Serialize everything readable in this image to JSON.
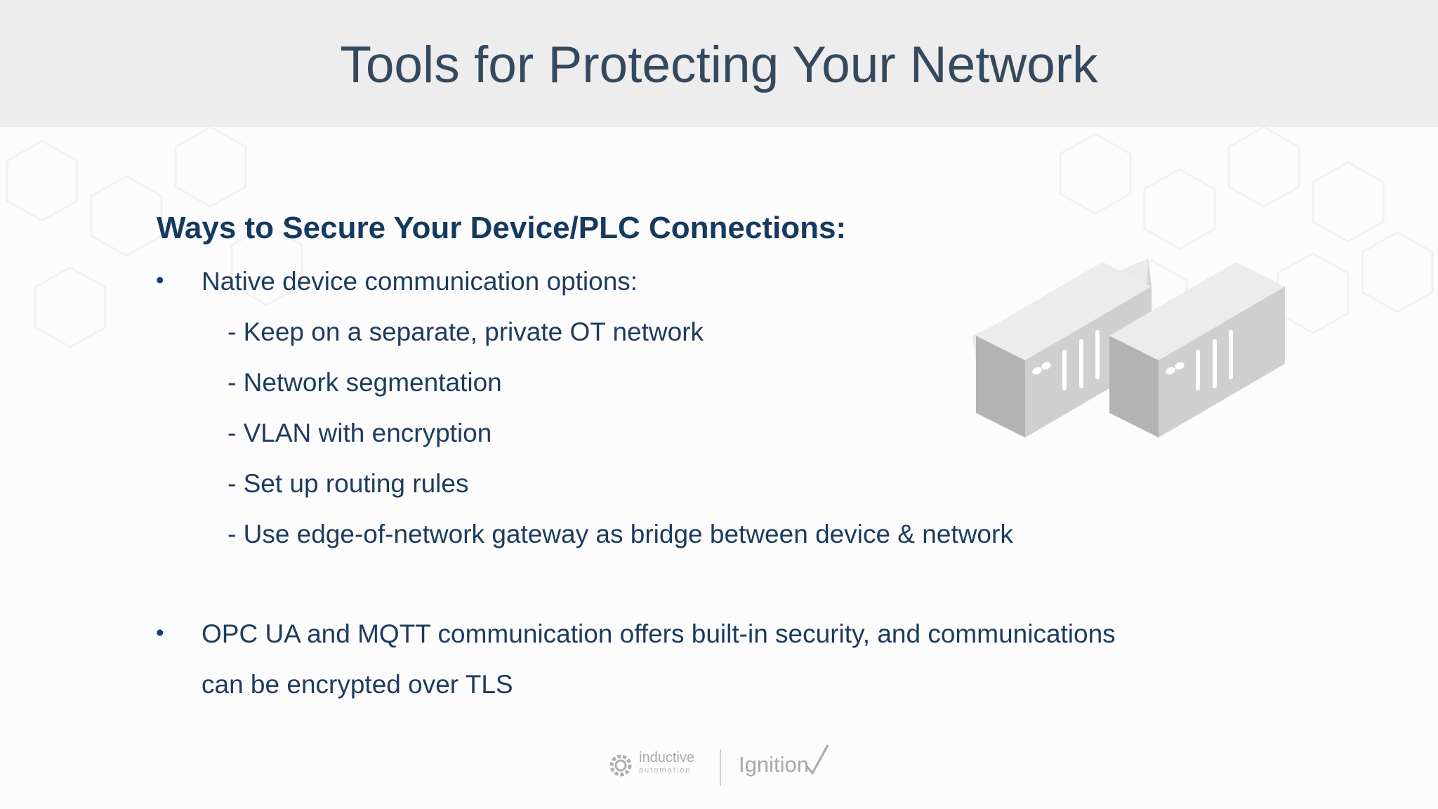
{
  "slide": {
    "title": "Tools for Protecting Your Network",
    "subheading": "Ways to Secure Your Device/PLC Connections:",
    "bullet_char": "•",
    "bullet1": {
      "text": "Native device communication options:",
      "subitems": [
        "- Keep on a separate, private OT network",
        "- Network segmentation",
        "- VLAN with encryption",
        "- Set up routing rules",
        "- Use edge-of-network gateway as bridge between device & network"
      ]
    },
    "bullet2": {
      "line1": "OPC UA and MQTT communication offers built-in security, and communications",
      "line2": "can be encrypted over TLS"
    }
  },
  "footer": {
    "logo_primary": "inductive",
    "logo_primary_sub": "automation",
    "logo_secondary": "Ignition"
  },
  "colors": {
    "header_bg": "#ededed",
    "title": "#34495e",
    "heading": "#163a5f",
    "body_text": "#1d3b5e"
  },
  "icons": [
    "server-pair-illustration",
    "inductive-automation-gear-logo",
    "ignition-logo"
  ]
}
